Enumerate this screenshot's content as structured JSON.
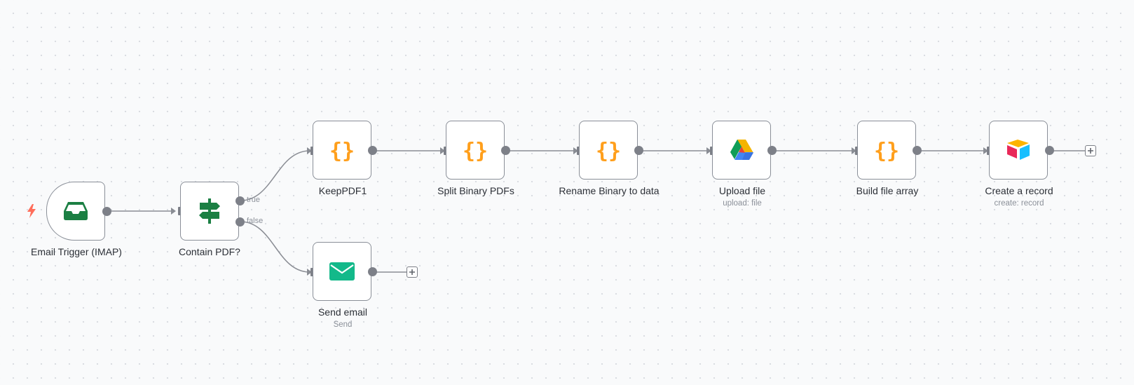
{
  "colors": {
    "edge": "#8a8d94",
    "handle": "#7d8088",
    "code_icon": "#ff9f1c",
    "imap_icon": "#1b7f43",
    "if_icon": "#1b7f43",
    "email_icon": "#13b98a",
    "trigger_bolt": "#ff6d5a"
  },
  "nodes": [
    {
      "id": "email-trigger",
      "label": "Email Trigger (IMAP)",
      "subtitle": "",
      "icon": "inbox-icon"
    },
    {
      "id": "contain-pdf",
      "label": "Contain PDF?",
      "subtitle": "",
      "icon": "signpost-icon"
    },
    {
      "id": "keeppdf1",
      "label": "KeepPDF1",
      "subtitle": "",
      "icon": "code-braces-icon"
    },
    {
      "id": "split-binary-pdfs",
      "label": "Split Binary PDFs",
      "subtitle": "",
      "icon": "code-braces-icon"
    },
    {
      "id": "rename-binary-to-data",
      "label": "Rename Binary to data",
      "subtitle": "",
      "icon": "code-braces-icon"
    },
    {
      "id": "upload-file",
      "label": "Upload file",
      "subtitle": "upload: file",
      "icon": "google-drive-icon"
    },
    {
      "id": "build-file-array",
      "label": "Build file array",
      "subtitle": "",
      "icon": "code-braces-icon"
    },
    {
      "id": "create-a-record",
      "label": "Create a record",
      "subtitle": "create: record",
      "icon": "airtable-icon"
    },
    {
      "id": "send-email",
      "label": "Send email",
      "subtitle": "Send",
      "icon": "envelope-icon"
    }
  ],
  "branches": {
    "true_label": "true",
    "false_label": "false"
  }
}
